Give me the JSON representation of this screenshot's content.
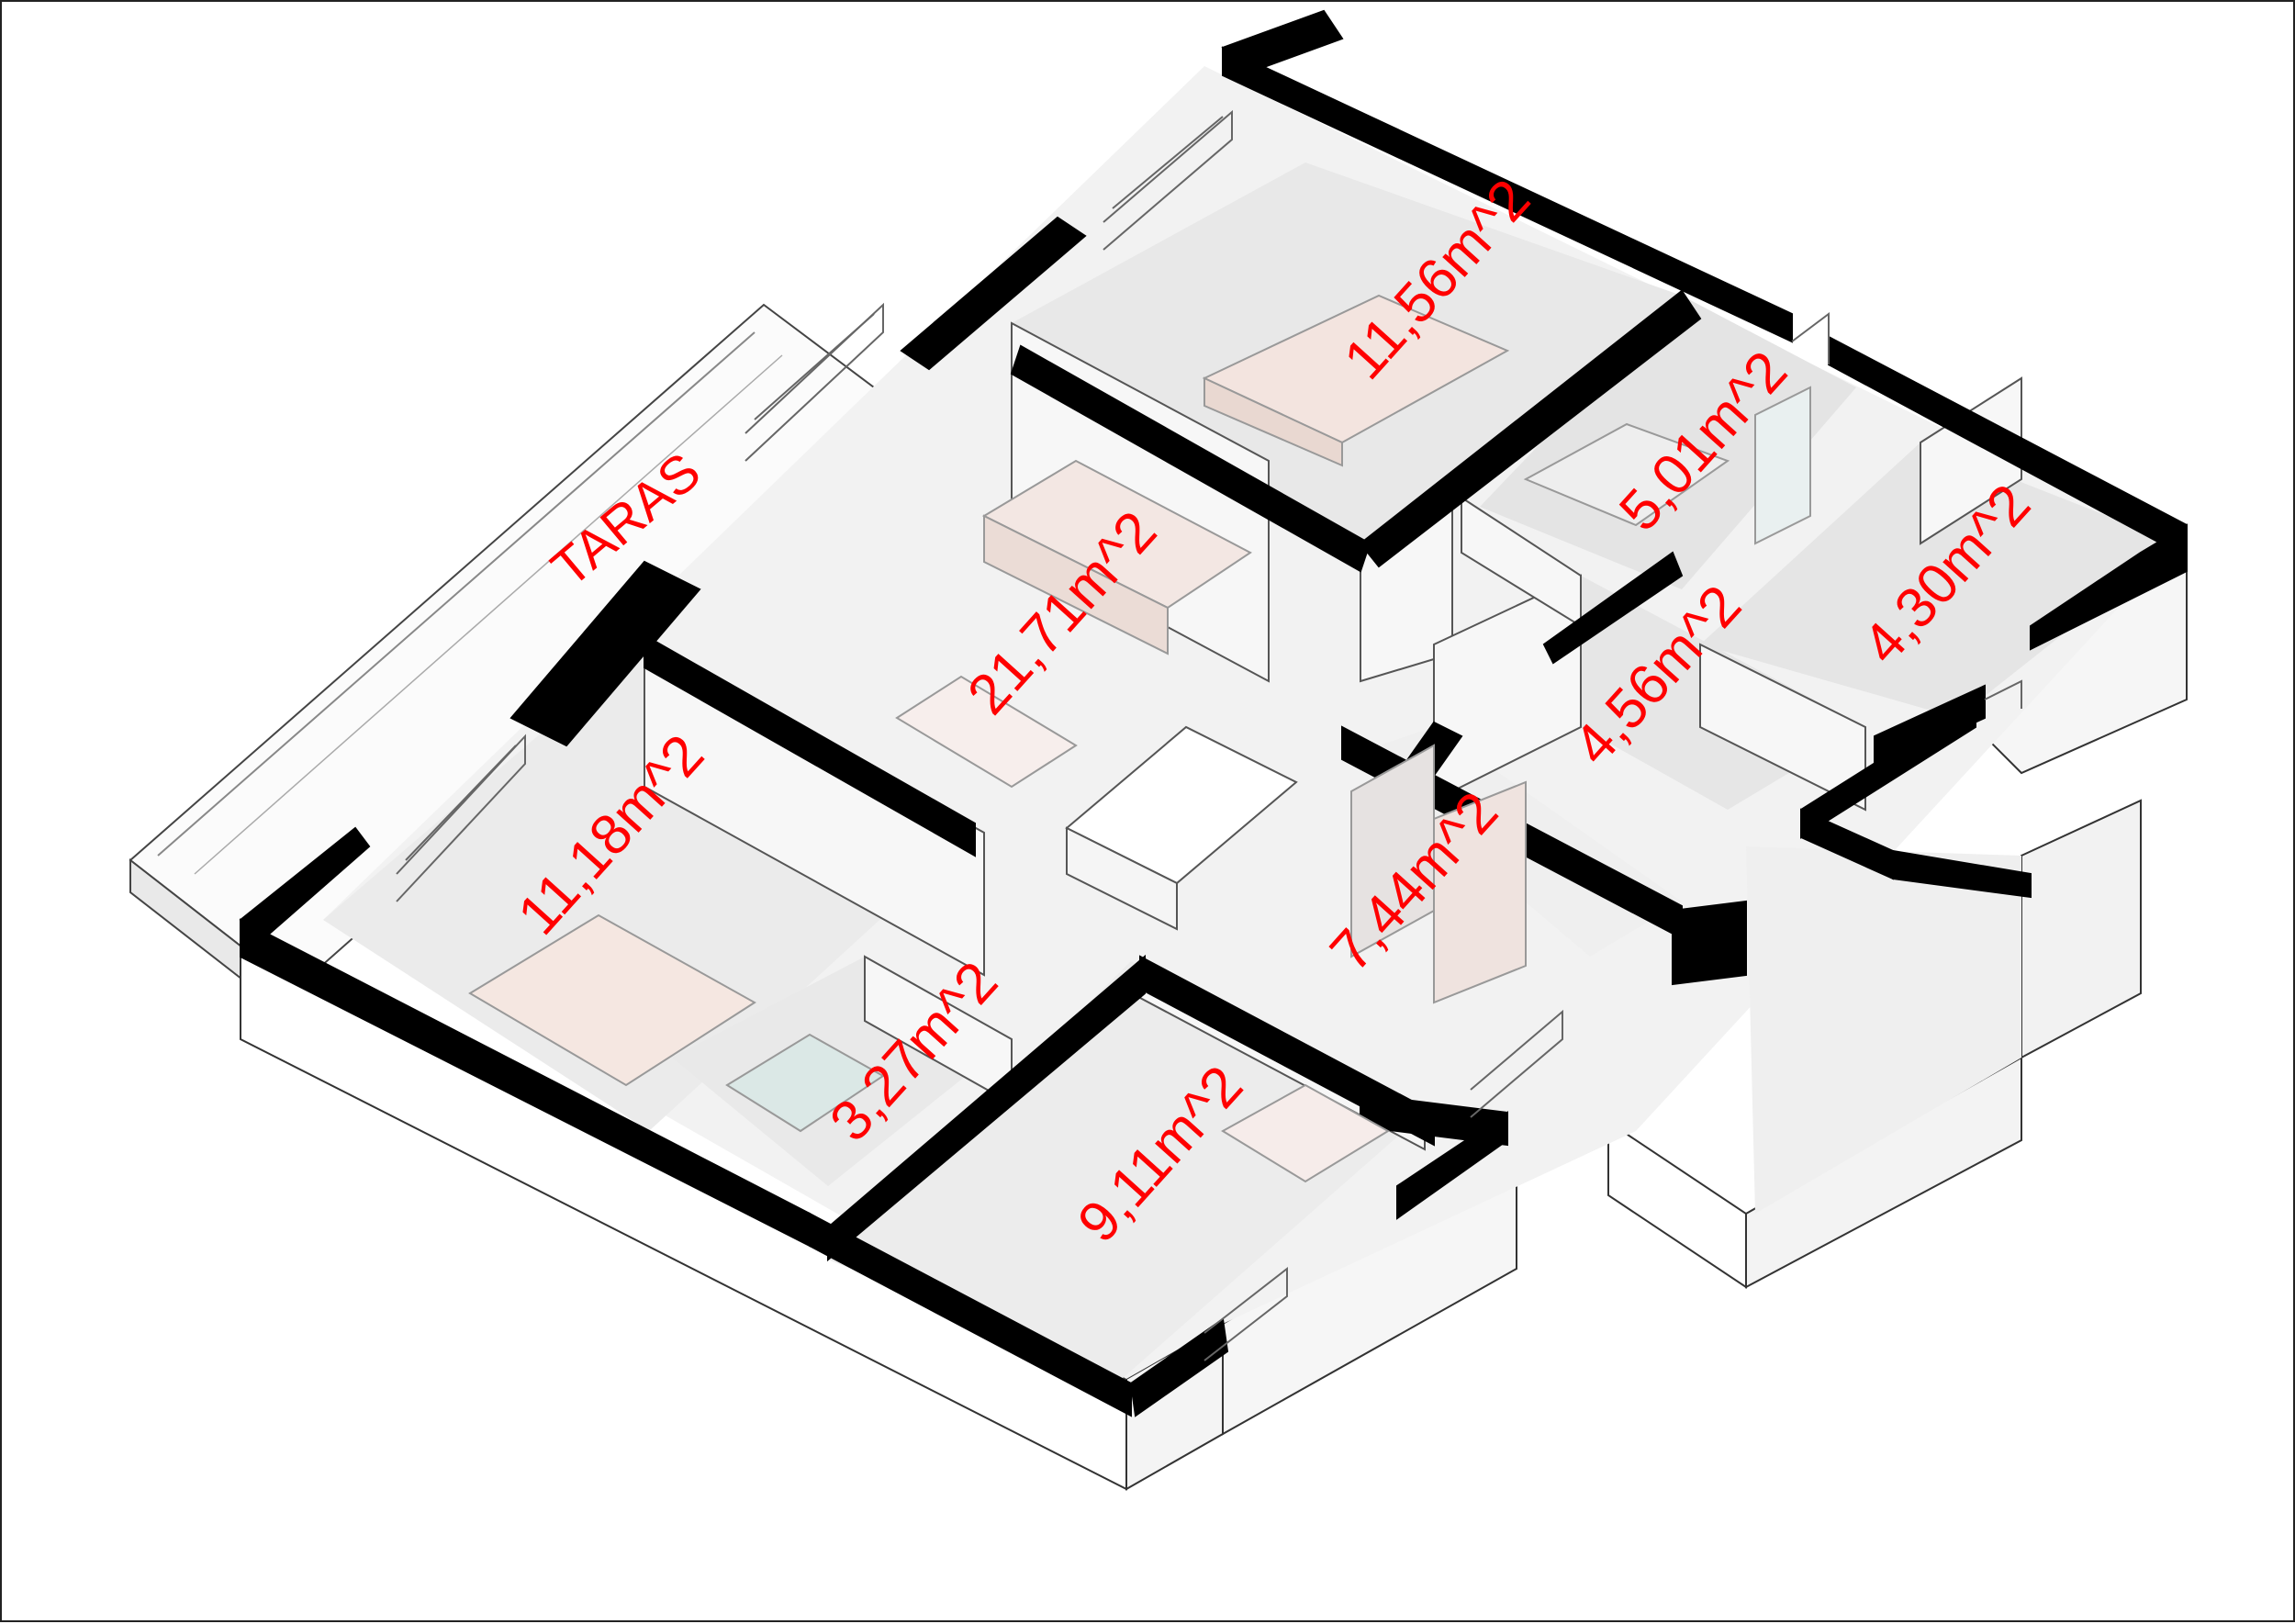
{
  "plan": {
    "terrace_label": "TARAS",
    "accent_color": "#ff0000",
    "wall_color": "#000000",
    "floor_color": "#f2f2f2",
    "furniture_color": "#f3e4df",
    "rooms": [
      {
        "id": "bedroom-north",
        "area": "11,56m^2"
      },
      {
        "id": "living-room",
        "area": "21,71m^2"
      },
      {
        "id": "bedroom-west",
        "area": "11,18m^2"
      },
      {
        "id": "bathroom-west",
        "area": "3,27m^2"
      },
      {
        "id": "office",
        "area": "9,11m^2"
      },
      {
        "id": "kitchen",
        "area": "7,44m^2"
      },
      {
        "id": "hall",
        "area": "4,56m^2"
      },
      {
        "id": "utility",
        "area": "5,01m^2"
      },
      {
        "id": "bathroom-east",
        "area": "4,30m^2"
      }
    ]
  }
}
